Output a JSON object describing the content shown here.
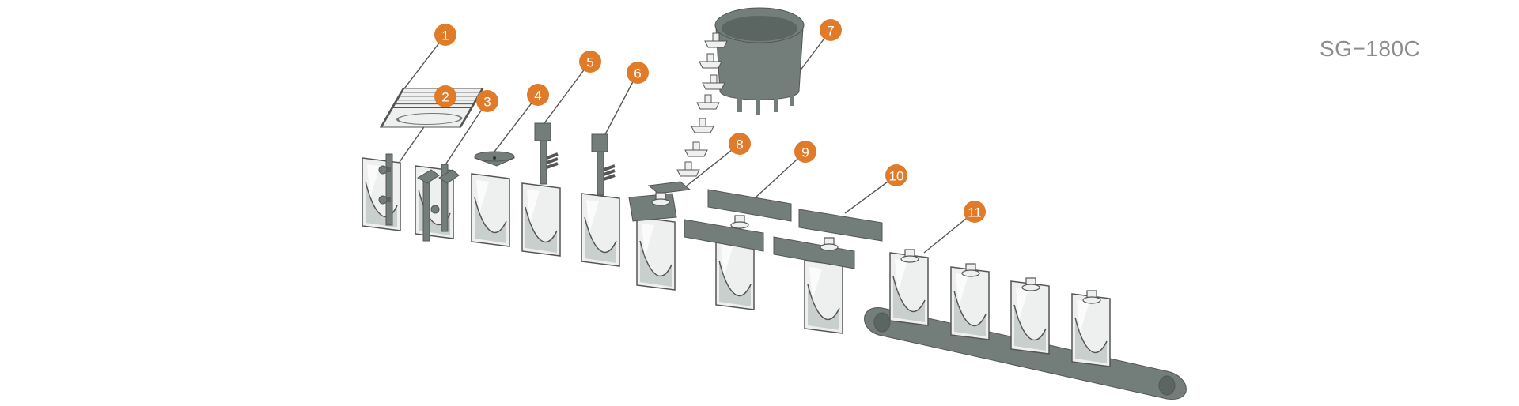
{
  "model": "SG−180C",
  "colors": {
    "badge": "#e07b2a",
    "machine": "#737d79",
    "machine_dark": "#5b6562",
    "outline": "#555555",
    "pouch_fill": "#eef0ef",
    "product_fill": "#c9cfcc"
  },
  "steps": [
    {
      "number": "1"
    },
    {
      "number": "2"
    },
    {
      "number": "3"
    },
    {
      "number": "4"
    },
    {
      "number": "5"
    },
    {
      "number": "6"
    },
    {
      "number": "7"
    },
    {
      "number": "8"
    },
    {
      "number": "9"
    },
    {
      "number": "10"
    },
    {
      "number": "11"
    }
  ]
}
